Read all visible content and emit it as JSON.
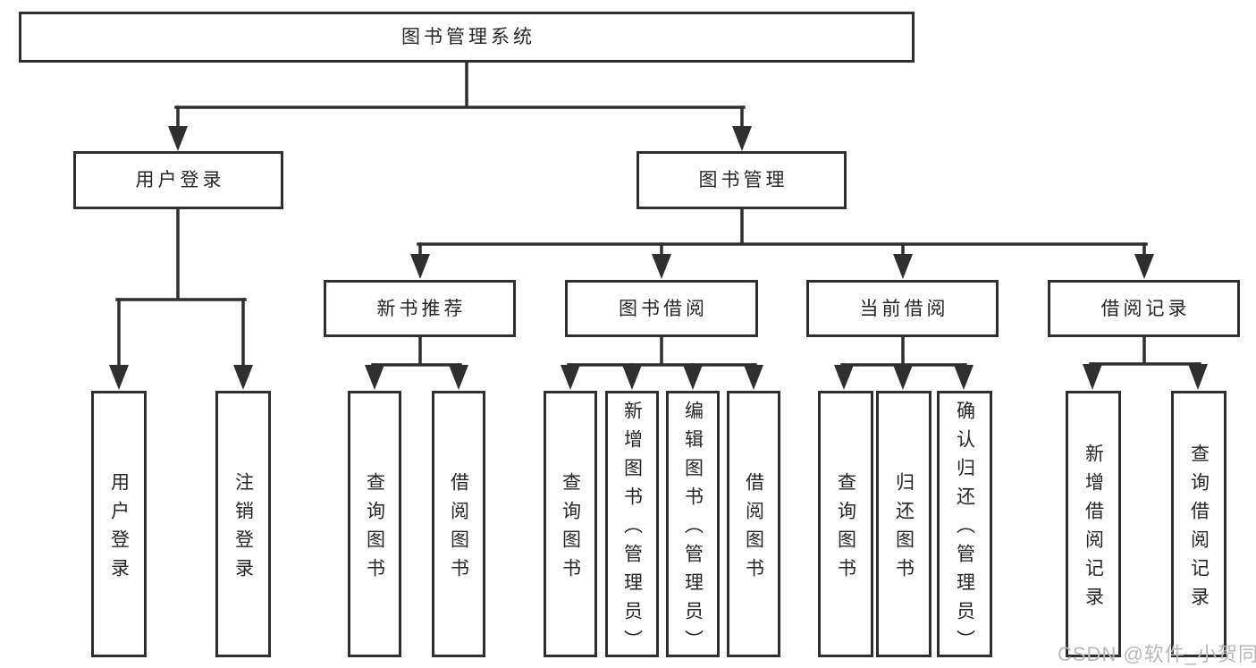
{
  "diagram_title": "图书管理系统",
  "nodes": {
    "root": {
      "label": "图书管理系统"
    },
    "level2": [
      {
        "label": "用户登录"
      },
      {
        "label": "图书管理"
      }
    ],
    "level3": [
      {
        "label": "新书推荐",
        "parent": "图书管理"
      },
      {
        "label": "图书借阅",
        "parent": "图书管理"
      },
      {
        "label": "当前借阅",
        "parent": "图书管理"
      },
      {
        "label": "借阅记录",
        "parent": "图书管理"
      }
    ],
    "leaves": [
      {
        "label": "用户登录",
        "parent": "用户登录"
      },
      {
        "label": "注销登录",
        "parent": "用户登录"
      },
      {
        "label": "查询图书",
        "parent": "新书推荐"
      },
      {
        "label": "借阅图书",
        "parent": "新书推荐"
      },
      {
        "label": "查询图书",
        "parent": "图书借阅"
      },
      {
        "label": "新增图书（管理员）",
        "parent": "图书借阅"
      },
      {
        "label": "编辑图书（管理员）",
        "parent": "图书借阅"
      },
      {
        "label": "借阅图书",
        "parent": "图书借阅"
      },
      {
        "label": "查询图书",
        "parent": "当前借阅"
      },
      {
        "label": "归还图书",
        "parent": "当前借阅"
      },
      {
        "label": "确认归还（管理员）",
        "parent": "当前借阅"
      },
      {
        "label": "新增借阅记录",
        "parent": "借阅记录"
      },
      {
        "label": "查询借阅记录",
        "parent": "借阅记录"
      }
    ]
  },
  "watermark": "CSDN @软件_小贺同学",
  "colors": {
    "line": "#2f2f2f",
    "text": "#262626",
    "box_background": "#ffffff",
    "watermark": "#b9b9b9"
  }
}
